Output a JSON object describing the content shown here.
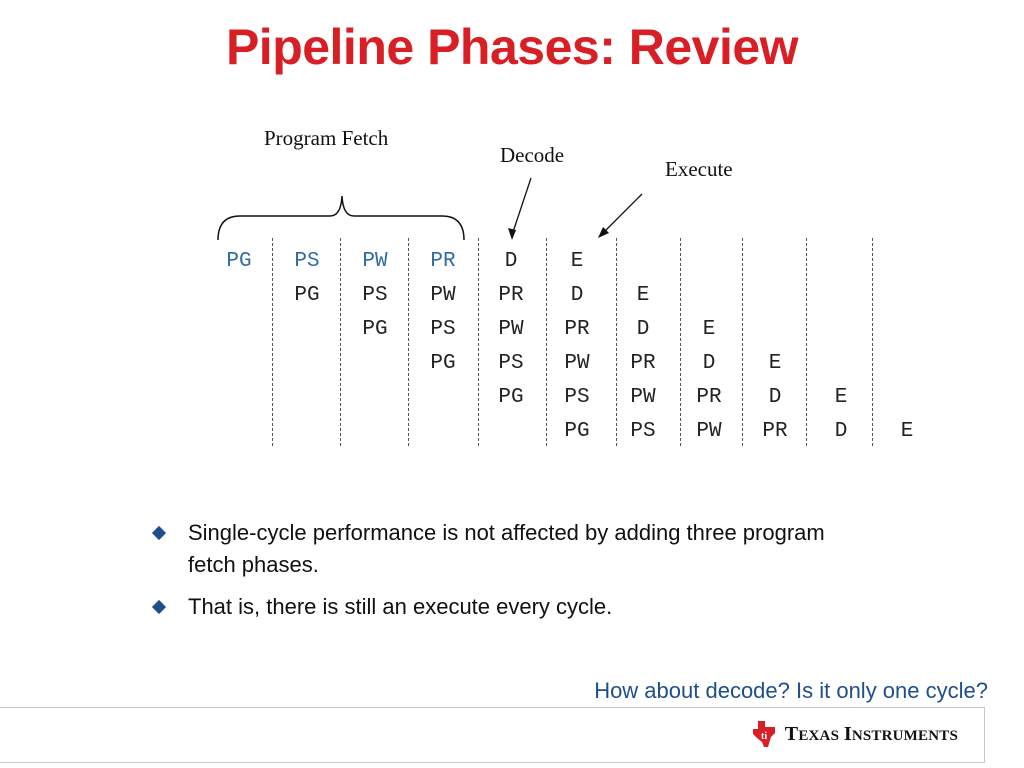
{
  "title": "Pipeline Phases: Review",
  "annotations": {
    "program_fetch": "Program Fetch",
    "decode": "Decode",
    "execute": "Execute"
  },
  "pipeline": {
    "rows": [
      [
        "PG",
        "PS",
        "PW",
        "PR",
        "D",
        "E",
        "",
        "",
        "",
        "",
        ""
      ],
      [
        "",
        "PG",
        "PS",
        "PW",
        "PR",
        "D",
        "E",
        "",
        "",
        "",
        ""
      ],
      [
        "",
        "",
        "PG",
        "PS",
        "PW",
        "PR",
        "D",
        "E",
        "",
        "",
        ""
      ],
      [
        "",
        "",
        "",
        "PG",
        "PS",
        "PW",
        "PR",
        "D",
        "E",
        "",
        ""
      ],
      [
        "",
        "",
        "",
        "",
        "PG",
        "PS",
        "PW",
        "PR",
        "D",
        "E",
        ""
      ],
      [
        "",
        "",
        "",
        "",
        "",
        "PG",
        "PS",
        "PW",
        "PR",
        "D",
        "E"
      ]
    ],
    "fetch_color": "#2e6ca5",
    "text_color": "#222222"
  },
  "bullets": [
    "Single-cycle performance is not affected by adding three program fetch phases.",
    "That is, there is still an execute every cycle."
  ],
  "question": "How about decode? Is it only one cycle?",
  "logo": {
    "text": "Texas Instruments",
    "icon": "texas-instruments-logo-icon",
    "color": "#d81f26"
  }
}
